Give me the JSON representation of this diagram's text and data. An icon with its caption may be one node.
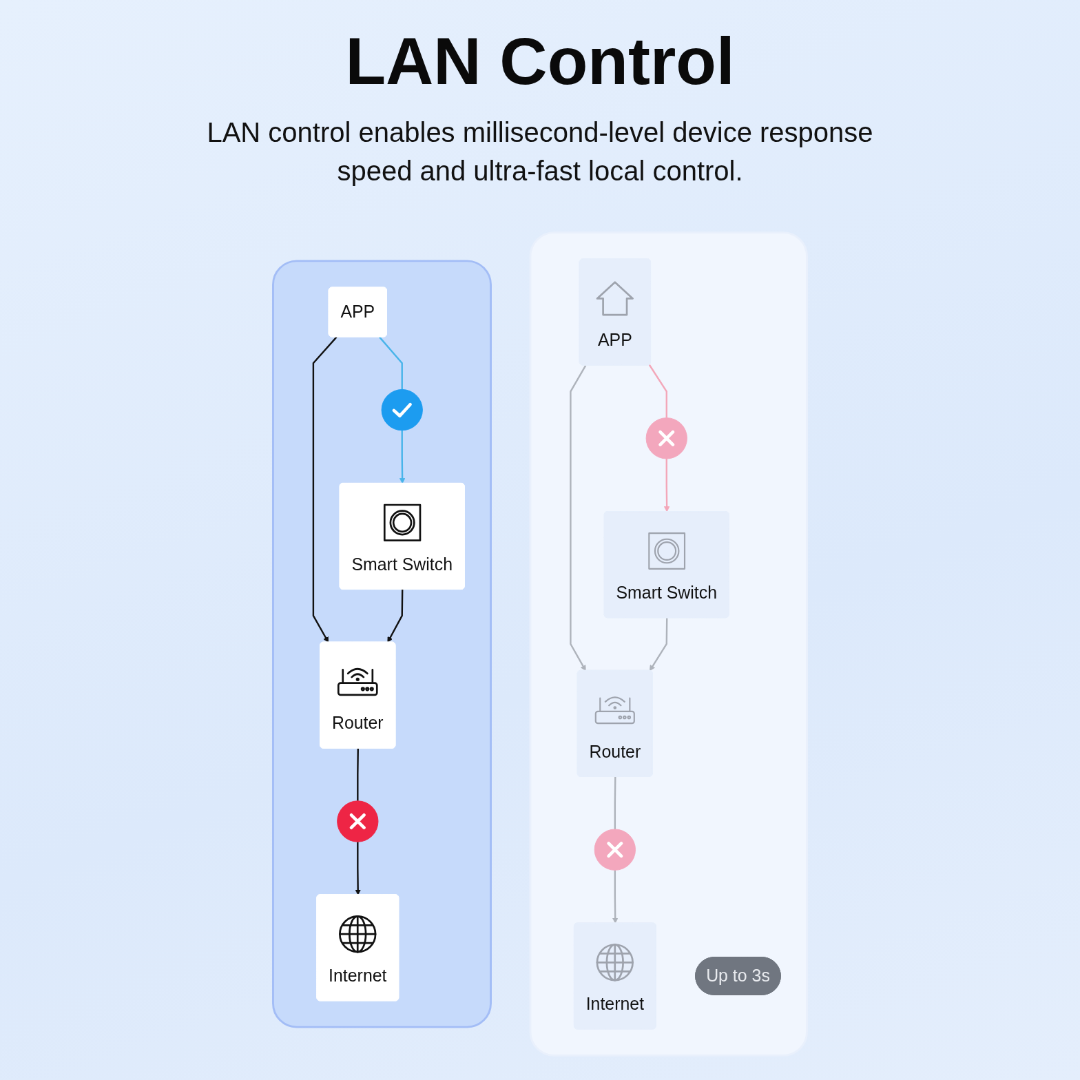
{
  "diagram": {
    "title": "LAN Control",
    "nodes": [
      {
        "text": [],
        "shape": "box"
      },
      {
        "text": [
          "APP"
        ],
        "in": 0
      },
      {
        "text": [],
        "shape": "circle",
        "in": 0
      },
      {
        "text": [
          "Smart Switch"
        ],
        "in": 0
      },
      {
        "text": [
          "Router"
        ],
        "in": 0
      },
      {
        "text": [],
        "shape": "circle",
        "in": 0
      },
      {
        "text": [
          "Internet"
        ],
        "in": 0
      },
      {
        "text": [],
        "shape": "box"
      },
      {
        "text": [
          "APP"
        ],
        "in": 7
      },
      {
        "text": [],
        "shape": "circle",
        "in": 7
      },
      {
        "text": [
          "Smart Switch"
        ],
        "in": 7
      },
      {
        "text": [
          "Router"
        ],
        "in": 7
      },
      {
        "text": [],
        "shape": "circle",
        "in": 7
      },
      {
        "text": [
          "Internet"
        ],
        "in": 7
      },
      {
        "text": [
          "Up to 3s"
        ],
        "in": 7
      }
    ],
    "edges": [
      {
        "from": 1,
        "to": 2,
        "arrow": "none",
        "color": "#48b4ea"
      },
      {
        "from": 2,
        "to": 3,
        "arrow": "to",
        "color": "#48b4ea"
      },
      {
        "from": 1,
        "to": 4,
        "arrow": "to"
      },
      {
        "from": 3,
        "to": 4,
        "arrow": "to"
      },
      {
        "from": 4,
        "to": 5,
        "arrow": "none"
      },
      {
        "from": 5,
        "to": 6,
        "arrow": "to"
      },
      {
        "from": 8,
        "to": 9,
        "arrow": "none",
        "color": "#f3a7b9"
      },
      {
        "from": 9,
        "to": 10,
        "arrow": "to",
        "color": "#f3a7b9"
      },
      {
        "from": 8,
        "to": 11,
        "arrow": "to",
        "color": "#aeb3bb"
      },
      {
        "from": 10,
        "to": 11,
        "arrow": "to",
        "color": "#aeb3bb"
      },
      {
        "from": 11,
        "to": 12,
        "arrow": "none",
        "color": "#aeb3bb"
      },
      {
        "from": 12,
        "to": 13,
        "arrow": "to",
        "color": "#aeb3bb"
      }
    ],
    "labels": [
      "LAN control enables millisecond-level device response speed and ultra-fast local control."
    ]
  }
}
